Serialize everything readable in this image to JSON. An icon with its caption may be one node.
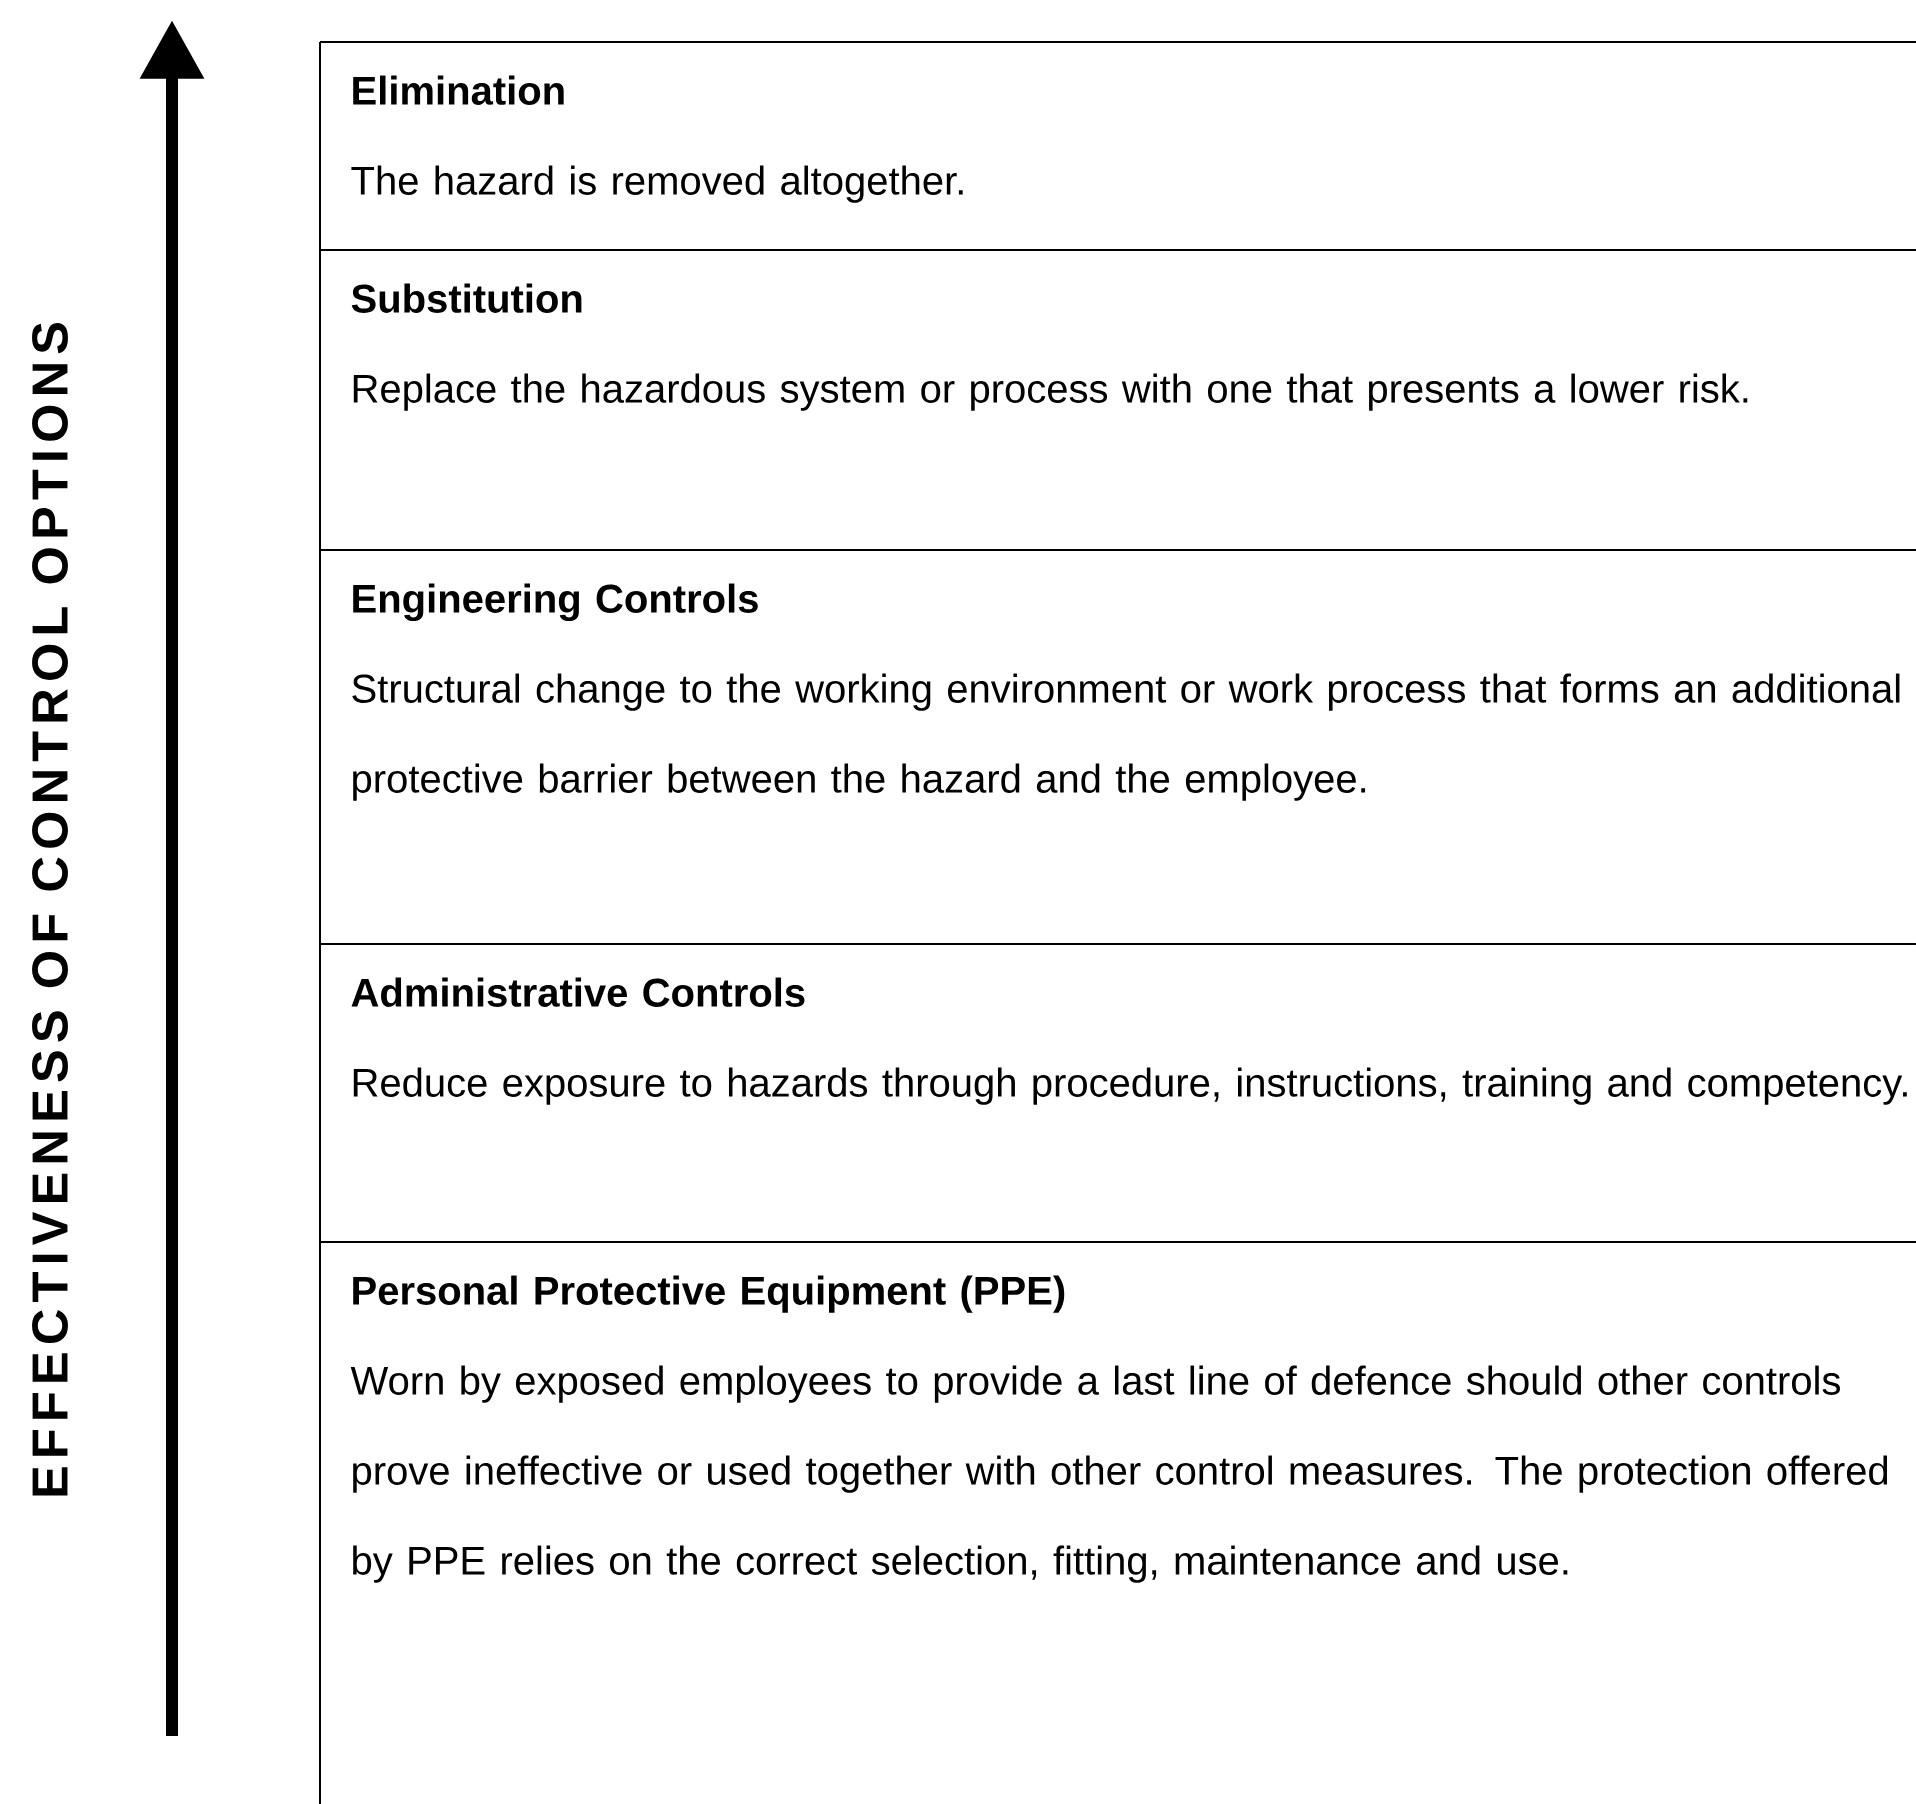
{
  "diagram": {
    "nodes": [
      {
        "text": [
          "Elimination",
          "The hazard is removed altogether."
        ]
      },
      {
        "text": [
          "Substitution",
          "Replace the hazardous system or process with one that presents a lower risk."
        ]
      },
      {
        "text": [
          "Engineering Controls",
          "Structural change to the working environment or work process that forms an additional protective barrier between the hazard and the employee."
        ]
      },
      {
        "text": [
          "Administrative Controls",
          "Reduce exposure to hazards through procedure, instructions, training and competency."
        ]
      },
      {
        "text": [
          "Personal Protective Equipment (PPE)",
          "Worn by exposed employees to provide a last line of defence should other controls prove ineffective or used together with other control measures.  The protection offered by PPE relies on the correct selection, fitting, maintenance and use."
        ]
      }
    ],
    "labels": [
      "EFFECTIVENESS OF CONTROL OPTIONS"
    ]
  }
}
